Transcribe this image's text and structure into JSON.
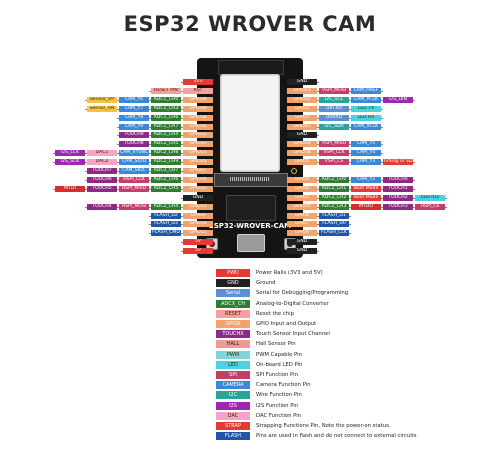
{
  "title": "ESP32 WROVER CAM",
  "board_name": "ESP32-WROVER-CAM",
  "colors": {
    "PWD": "#e53935",
    "GND": "#212121",
    "SERIAL": "#5f8fd3",
    "ADC": "#2e7d32",
    "RESET": "#f4a0a0",
    "GPIO": "#f2a36b",
    "TOUCH": "#8e2a86",
    "HALL": "#ef9a9a",
    "PWM": "#7ed6d9",
    "LED": "#4dd0e1",
    "SPI": "#c63d6a",
    "CAMERA": "#3a88d8",
    "I2C": "#2aa39a",
    "I2S": "#9c27b0",
    "DAC": "#f5a3c7",
    "STRAP": "#e53935",
    "FLASH": "#1f56a8",
    "SENSOR": "#f6c244",
    "MTxx": "#d0312d",
    "CAMDATA": "#ffffff"
  },
  "left_pins": [
    {
      "labels": [
        {
          "t": "3V3",
          "c": "PWD"
        }
      ]
    },
    {
      "labels": [
        {
          "t": "RST",
          "c": "RESET"
        },
        {
          "t": "RESET PIN",
          "c": "RESET"
        }
      ]
    },
    {
      "labels": [
        {
          "t": "GPIO36",
          "c": "GPIO"
        },
        {
          "t": "ADC1_CH0",
          "c": "ADC"
        },
        {
          "t": "CAM_Y6",
          "c": "CAMERA"
        },
        {
          "t": "Sensor_VP",
          "c": "SENSOR"
        }
      ]
    },
    {
      "labels": [
        {
          "t": "GPIO39",
          "c": "GPIO"
        },
        {
          "t": "ADC1_CH3",
          "c": "ADC"
        },
        {
          "t": "CAM_Y7",
          "c": "CAMERA"
        },
        {
          "t": "Sensor_VN",
          "c": "SENSOR"
        }
      ]
    },
    {
      "labels": [
        {
          "t": "GPIO34",
          "c": "GPIO"
        },
        {
          "t": "ADC1_CH6",
          "c": "ADC"
        },
        {
          "t": "CAM_Y8",
          "c": "CAMERA"
        }
      ]
    },
    {
      "labels": [
        {
          "t": "GPIO35",
          "c": "GPIO"
        },
        {
          "t": "ADC1_CH7",
          "c": "ADC"
        },
        {
          "t": "CAM_Y9",
          "c": "CAMERA"
        }
      ]
    },
    {
      "labels": [
        {
          "t": "GPIO32",
          "c": "GPIO"
        },
        {
          "t": "ADC1_CH4",
          "c": "ADC"
        },
        {
          "t": "TOUCH9",
          "c": "TOUCH"
        }
      ]
    },
    {
      "labels": [
        {
          "t": "GPIO33",
          "c": "GPIO"
        },
        {
          "t": "ADC1_CH5",
          "c": "ADC"
        },
        {
          "t": "TOUCH8",
          "c": "TOUCH"
        }
      ]
    },
    {
      "labels": [
        {
          "t": "GPIO25",
          "c": "GPIO"
        },
        {
          "t": "ADC2_CH8",
          "c": "ADC"
        },
        {
          "t": "CAM_VYSNC",
          "c": "CAMERA"
        },
        {
          "t": "DAC1",
          "c": "DAC"
        },
        {
          "t": "I2S_LCK",
          "c": "I2S"
        }
      ]
    },
    {
      "labels": [
        {
          "t": "GPIO26",
          "c": "GPIO"
        },
        {
          "t": "ADC2_CH9",
          "c": "ADC"
        },
        {
          "t": "CAM_SIOD",
          "c": "CAMERA"
        },
        {
          "t": "DAC2",
          "c": "DAC"
        },
        {
          "t": "I2S_SCK",
          "c": "I2S"
        }
      ]
    },
    {
      "labels": [
        {
          "t": "GPIO27",
          "c": "GPIO"
        },
        {
          "t": "ADC2_CH7",
          "c": "ADC"
        },
        {
          "t": "CAM_SIOC",
          "c": "CAMERA"
        },
        {
          "t": "TOUCH7",
          "c": "TOUCH"
        }
      ]
    },
    {
      "labels": [
        {
          "t": "GPIO14",
          "c": "GPIO"
        },
        {
          "t": "ADC2_CH6",
          "c": "ADC"
        },
        {
          "t": "HSPI_CLK",
          "c": "SPI"
        },
        {
          "t": "TOUCH6",
          "c": "TOUCH"
        }
      ]
    },
    {
      "labels": [
        {
          "t": "GPIO12",
          "c": "GPIO"
        },
        {
          "t": "ADC2_CH5",
          "c": "ADC"
        },
        {
          "t": "HSPI_MISO",
          "c": "SPI"
        },
        {
          "t": "TOUCH5",
          "c": "TOUCH"
        },
        {
          "t": "MTDI",
          "c": "MTxx"
        }
      ]
    },
    {
      "labels": [
        {
          "t": "GND",
          "c": "GND"
        }
      ]
    },
    {
      "labels": [
        {
          "t": "GPIO13",
          "c": "GPIO"
        },
        {
          "t": "ADC2_CH4",
          "c": "ADC"
        },
        {
          "t": "HSPI_MOSI",
          "c": "SPI"
        },
        {
          "t": "TOUCH4",
          "c": "TOUCH"
        }
      ]
    },
    {
      "labels": [
        {
          "t": "GPIO9",
          "c": "GPIO"
        },
        {
          "t": "FLASH_D2",
          "c": "FLASH"
        }
      ]
    },
    {
      "labels": [
        {
          "t": "GPIO10",
          "c": "GPIO"
        },
        {
          "t": "FLASH_D3",
          "c": "FLASH"
        }
      ]
    },
    {
      "labels": [
        {
          "t": "GPIO11",
          "c": "GPIO"
        },
        {
          "t": "FLASH_CMD",
          "c": "FLASH"
        }
      ]
    },
    {
      "labels": [
        {
          "t": "5V",
          "c": "PWD"
        }
      ]
    },
    {
      "labels": [
        {
          "t": "5V",
          "c": "PWD"
        }
      ]
    }
  ],
  "right_pins": [
    {
      "labels": [
        {
          "t": "GND",
          "c": "GND"
        }
      ]
    },
    {
      "labels": [
        {
          "t": "GPIO23",
          "c": "GPIO"
        },
        {
          "t": "VSPI_MOSI",
          "c": "SPI"
        },
        {
          "t": "CAM_HREF",
          "c": "CAMERA"
        }
      ]
    },
    {
      "labels": [
        {
          "t": "GPIO22",
          "c": "GPIO"
        },
        {
          "t": "I2C_SCL",
          "c": "I2C"
        },
        {
          "t": "CAM_PCLK",
          "c": "CAMERA"
        },
        {
          "t": "I2S_DIN",
          "c": "I2S"
        }
      ]
    },
    {
      "labels": [
        {
          "t": "GPIO1",
          "c": "GPIO"
        },
        {
          "t": "U0TXD",
          "c": "SERIAL"
        },
        {
          "t": "LED TX",
          "c": "LED"
        }
      ]
    },
    {
      "labels": [
        {
          "t": "GPIO3",
          "c": "GPIO"
        },
        {
          "t": "U0RXD",
          "c": "SERIAL"
        },
        {
          "t": "LED RX",
          "c": "LED"
        }
      ]
    },
    {
      "labels": [
        {
          "t": "GPIO21",
          "c": "GPIO"
        },
        {
          "t": "I2C_SDA",
          "c": "I2C"
        },
        {
          "t": "CAM_XCLK",
          "c": "CAMERA"
        }
      ]
    },
    {
      "labels": [
        {
          "t": "GND",
          "c": "GND"
        }
      ]
    },
    {
      "labels": [
        {
          "t": "GPIO19",
          "c": "GPIO"
        },
        {
          "t": "VSPI_MISO",
          "c": "SPI"
        },
        {
          "t": "CAM_Y5",
          "c": "CAMERA"
        }
      ]
    },
    {
      "labels": [
        {
          "t": "GPIO18",
          "c": "GPIO"
        },
        {
          "t": "VSPI_CLK",
          "c": "SPI"
        },
        {
          "t": "CAM_Y4",
          "c": "CAMERA"
        }
      ]
    },
    {
      "labels": [
        {
          "t": "GPIO5",
          "c": "GPIO"
        },
        {
          "t": "VSPI_CS",
          "c": "SPI"
        },
        {
          "t": "CAM_Y3",
          "c": "CAMERA"
        },
        {
          "t": "Timing of SDIO Slave",
          "c": "STRAP"
        }
      ]
    },
    {
      "labels": []
    },
    {
      "labels": [
        {
          "t": "GPIO4",
          "c": "GPIO"
        },
        {
          "t": "ADC2_CH0",
          "c": "ADC"
        },
        {
          "t": "CAM_Y2",
          "c": "CAMERA"
        },
        {
          "t": "TOUCH0",
          "c": "TOUCH"
        }
      ]
    },
    {
      "labels": [
        {
          "t": "GPIO0",
          "c": "GPIO"
        },
        {
          "t": "ADC2_CH1",
          "c": "ADC"
        },
        {
          "t": "Boot Mode",
          "c": "STRAP"
        },
        {
          "t": "TOUCH1",
          "c": "TOUCH"
        }
      ]
    },
    {
      "labels": [
        {
          "t": "GPIO2",
          "c": "GPIO"
        },
        {
          "t": "ADC2_CH2",
          "c": "ADC"
        },
        {
          "t": "Boot Mode",
          "c": "STRAP"
        },
        {
          "t": "TOUCH2",
          "c": "TOUCH"
        },
        {
          "t": "LED IO2",
          "c": "LED"
        }
      ]
    },
    {
      "labels": [
        {
          "t": "GPIO15",
          "c": "GPIO"
        },
        {
          "t": "ADC2_CH3",
          "c": "ADC"
        },
        {
          "t": "MTDO",
          "c": "MTxx"
        },
        {
          "t": "TOUCH3",
          "c": "TOUCH"
        },
        {
          "t": "HSPI_CS",
          "c": "SPI"
        }
      ]
    },
    {
      "labels": [
        {
          "t": "GPIO8",
          "c": "GPIO"
        },
        {
          "t": "FLASH_D1",
          "c": "FLASH"
        }
      ]
    },
    {
      "labels": [
        {
          "t": "GPIO7",
          "c": "GPIO"
        },
        {
          "t": "FLASH_D0",
          "c": "FLASH"
        }
      ]
    },
    {
      "labels": [
        {
          "t": "GPIO6",
          "c": "GPIO"
        },
        {
          "t": "FLASH_CLK",
          "c": "FLASH"
        }
      ]
    },
    {
      "labels": [
        {
          "t": "GND",
          "c": "GND"
        }
      ]
    },
    {
      "labels": [
        {
          "t": "GND",
          "c": "GND"
        }
      ]
    }
  ],
  "legend": [
    {
      "tag": "PWD",
      "c": "PWD",
      "desc": "Power Rails (3V3 and 5V)"
    },
    {
      "tag": "GND",
      "c": "GND",
      "desc": "Ground"
    },
    {
      "tag": "Serial",
      "c": "SERIAL",
      "desc": "Serial for Debugging/Programming"
    },
    {
      "tag": "ADCX_CH",
      "c": "ADC",
      "desc": "Analog-to-Digital Converter"
    },
    {
      "tag": "RESET",
      "c": "RESET",
      "desc": "Reset the chip"
    },
    {
      "tag": "GPIOX",
      "c": "GPIO",
      "desc": "GPIO Input and Output"
    },
    {
      "tag": "TOUCHX",
      "c": "TOUCH",
      "desc": "Touch Sensor Input Channel"
    },
    {
      "tag": "HALL",
      "c": "HALL",
      "desc": "Hall Sensor Pin"
    },
    {
      "tag": "PWM",
      "c": "PWM",
      "desc": "PWM Capable Pin"
    },
    {
      "tag": "LED",
      "c": "LED",
      "desc": "On-board LED Pin"
    },
    {
      "tag": "SPI",
      "c": "SPI",
      "desc": "SPI Function Pin"
    },
    {
      "tag": "CAMERA",
      "c": "CAMERA",
      "desc": "Camera Function Pin"
    },
    {
      "tag": "I2C",
      "c": "I2C",
      "desc": "Wire Function Pin"
    },
    {
      "tag": "I2S",
      "c": "I2S",
      "desc": "I2S Function Pin"
    },
    {
      "tag": "DAC",
      "c": "DAC",
      "desc": "DAC Function Pin"
    },
    {
      "tag": "STRAP",
      "c": "STRAP",
      "desc": "Strapping Functions Pin, Note the power-on status."
    },
    {
      "tag": "FLASH",
      "c": "FLASH",
      "desc": "Pins are used in flash and do not connect to external circuits"
    }
  ]
}
